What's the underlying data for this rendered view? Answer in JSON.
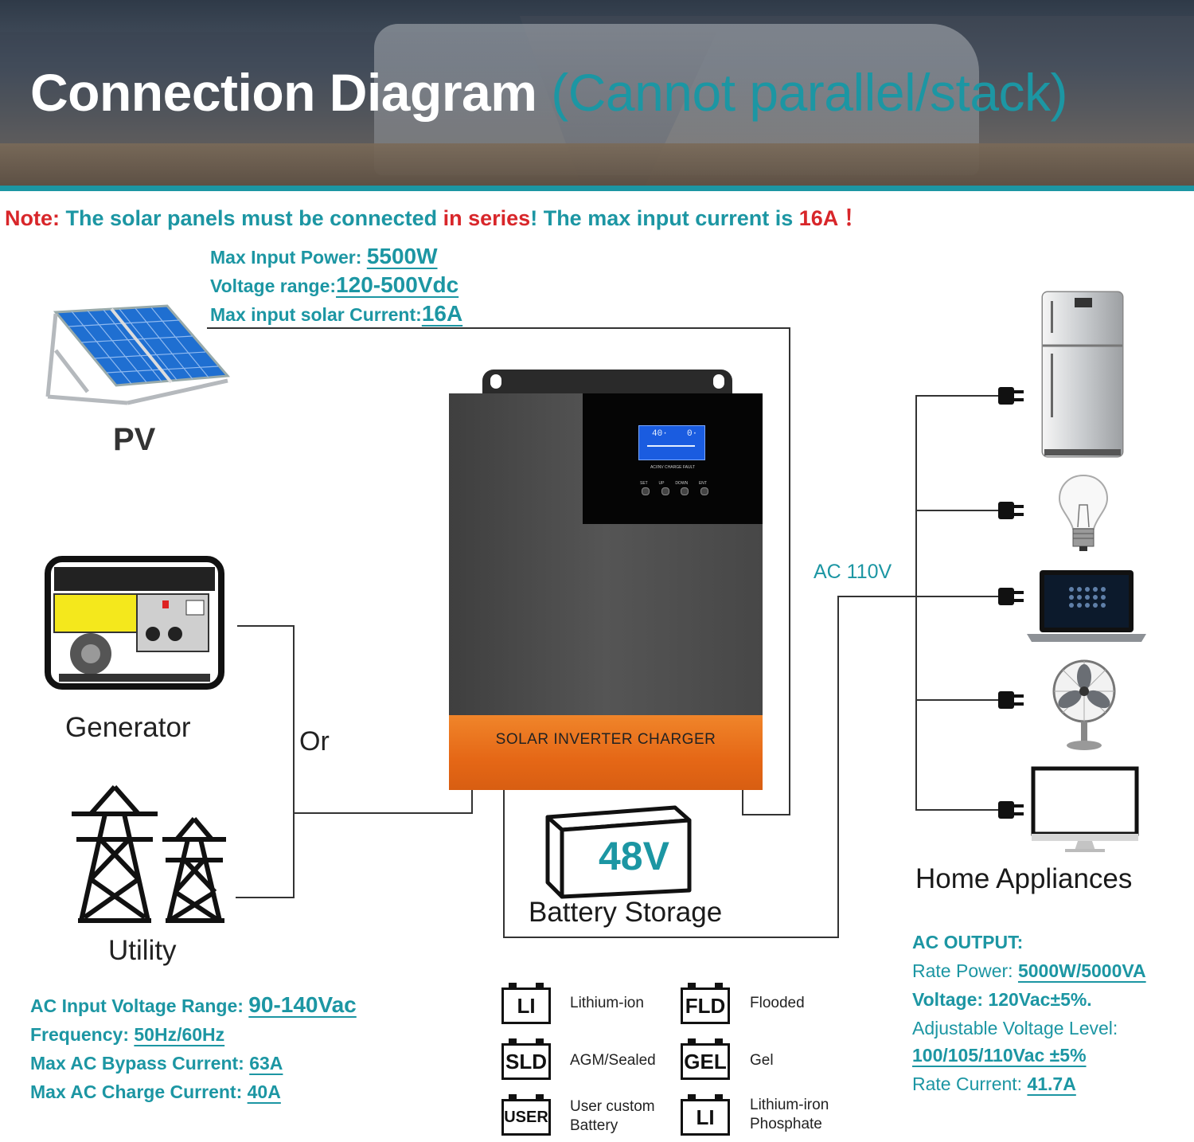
{
  "header": {
    "title": "Connection Diagram",
    "subtitle": "(Cannot parallel/stack)"
  },
  "note": {
    "label": "Note:",
    "text_1": " The solar panels must be connected ",
    "highlight_1": "in series",
    "text_2": "! The max input current is ",
    "highlight_2": "16A",
    "text_3": " ！"
  },
  "pv": {
    "label": "PV",
    "specs": [
      {
        "label": "Max Input Power: ",
        "value": "5500W"
      },
      {
        "label": "Voltage range:",
        "value": "120-500Vdc"
      },
      {
        "label": "Max input solar Current:",
        "value": "16A"
      }
    ]
  },
  "generator": {
    "label": "Generator"
  },
  "or_label": "Or",
  "utility": {
    "label": "Utility"
  },
  "ac_input": [
    {
      "label": "AC Input Voltage Range: ",
      "value": "90-140Vac"
    },
    {
      "label": "Frequency: ",
      "value": "50Hz/60Hz"
    },
    {
      "label": "Max AC Bypass Current: ",
      "value": "63A"
    },
    {
      "label": "Max AC Charge Current: ",
      "value": "40A"
    }
  ],
  "inverter": {
    "panel_label": "SOLAR INVERTER CHARGER",
    "buttons": [
      "SET",
      "UP",
      "DOWN",
      "ENT"
    ],
    "leds": [
      "AC/INV",
      "CHARGE",
      "FAULT"
    ]
  },
  "battery": {
    "voltage": "48V",
    "label": "Battery Storage"
  },
  "ac_out_label": "AC 110V",
  "appliances_label": "Home Appliances",
  "ac_output": {
    "heading": "AC OUTPUT:",
    "rate_power_label": "Rate Power: ",
    "rate_power_value": "5000W/5000VA",
    "voltage": "Voltage: 120Vac±5%.",
    "adjustable_label": "Adjustable Voltage Level:",
    "adjustable_value": "100/105/110Vac ±5%",
    "rate_current_label": "Rate Current: ",
    "rate_current_value": "41.7A"
  },
  "battery_types": [
    {
      "code": "LI",
      "name_1": "Lithium-ion",
      "name_2": ""
    },
    {
      "code": "FLD",
      "name_1": "Flooded",
      "name_2": ""
    },
    {
      "code": "SLD",
      "name_1": "AGM/Sealed",
      "name_2": ""
    },
    {
      "code": "GEL",
      "name_1": "Gel",
      "name_2": ""
    },
    {
      "code": "USER",
      "name_1": "User custom",
      "name_2": "Battery"
    },
    {
      "code": "LI",
      "name_1": "Lithium-iron",
      "name_2": "Phosphate"
    }
  ],
  "colors": {
    "teal": "#1c96a3",
    "red": "#d8262a",
    "orange": "#e8711e",
    "inverter_body": "#4a4a4a"
  }
}
